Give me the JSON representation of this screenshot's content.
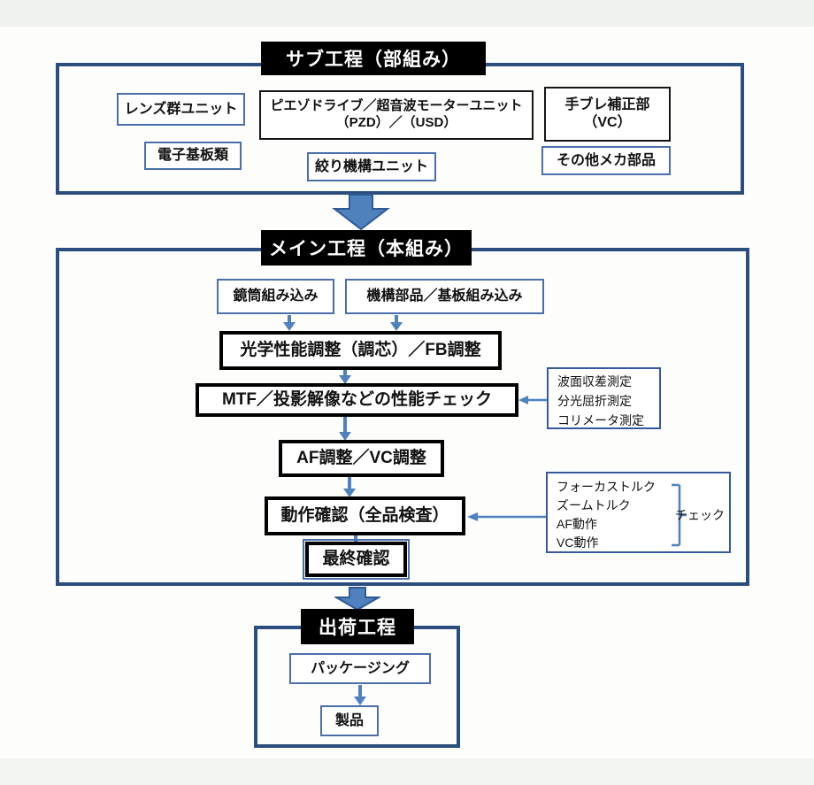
{
  "colors": {
    "panel_border": "#2b4e7e",
    "thin_box_border": "#4a6ea9",
    "side_box_border": "#35599c",
    "arrow_blue": "#4f81bd",
    "header_bg": "#000000",
    "header_text": "#ffffff"
  },
  "sub_section": {
    "header": "サブ工程（部組み）",
    "boxes": {
      "lens": "レンズ群ユニット",
      "piezo_line1": "ピエゾドライブ／超音波モーターユニット",
      "piezo_line2": "（PZD）／（USD）",
      "vc_line1": "手ブレ補正部",
      "vc_line2": "（VC）",
      "board": "電子基板類",
      "aperture": "絞り機構ユニット",
      "other_mech": "その他メカ部品"
    }
  },
  "main_section": {
    "header": "メイン工程（本組み）",
    "boxes": {
      "barrel": "鏡筒組み込み",
      "mech_board": "機構部品／基板組み込み",
      "optical": "光学性能調整（調芯）／FB調整",
      "mtf": "MTF／投影解像などの性能チェック",
      "af_vc": "AF調整／VC調整",
      "operation": "動作確認（全品検査）",
      "final": "最終確認"
    },
    "measure_box": {
      "items": [
        "波面収差測定",
        "分光屈折測定",
        "コリメータ測定"
      ]
    },
    "check_box": {
      "items": [
        "フォーカストルク",
        "ズームトルク",
        "AF動作",
        "VC動作"
      ],
      "label": "チェック"
    }
  },
  "ship_section": {
    "header": "出荷工程",
    "boxes": {
      "packaging": "パッケージング",
      "product": "製品"
    }
  }
}
